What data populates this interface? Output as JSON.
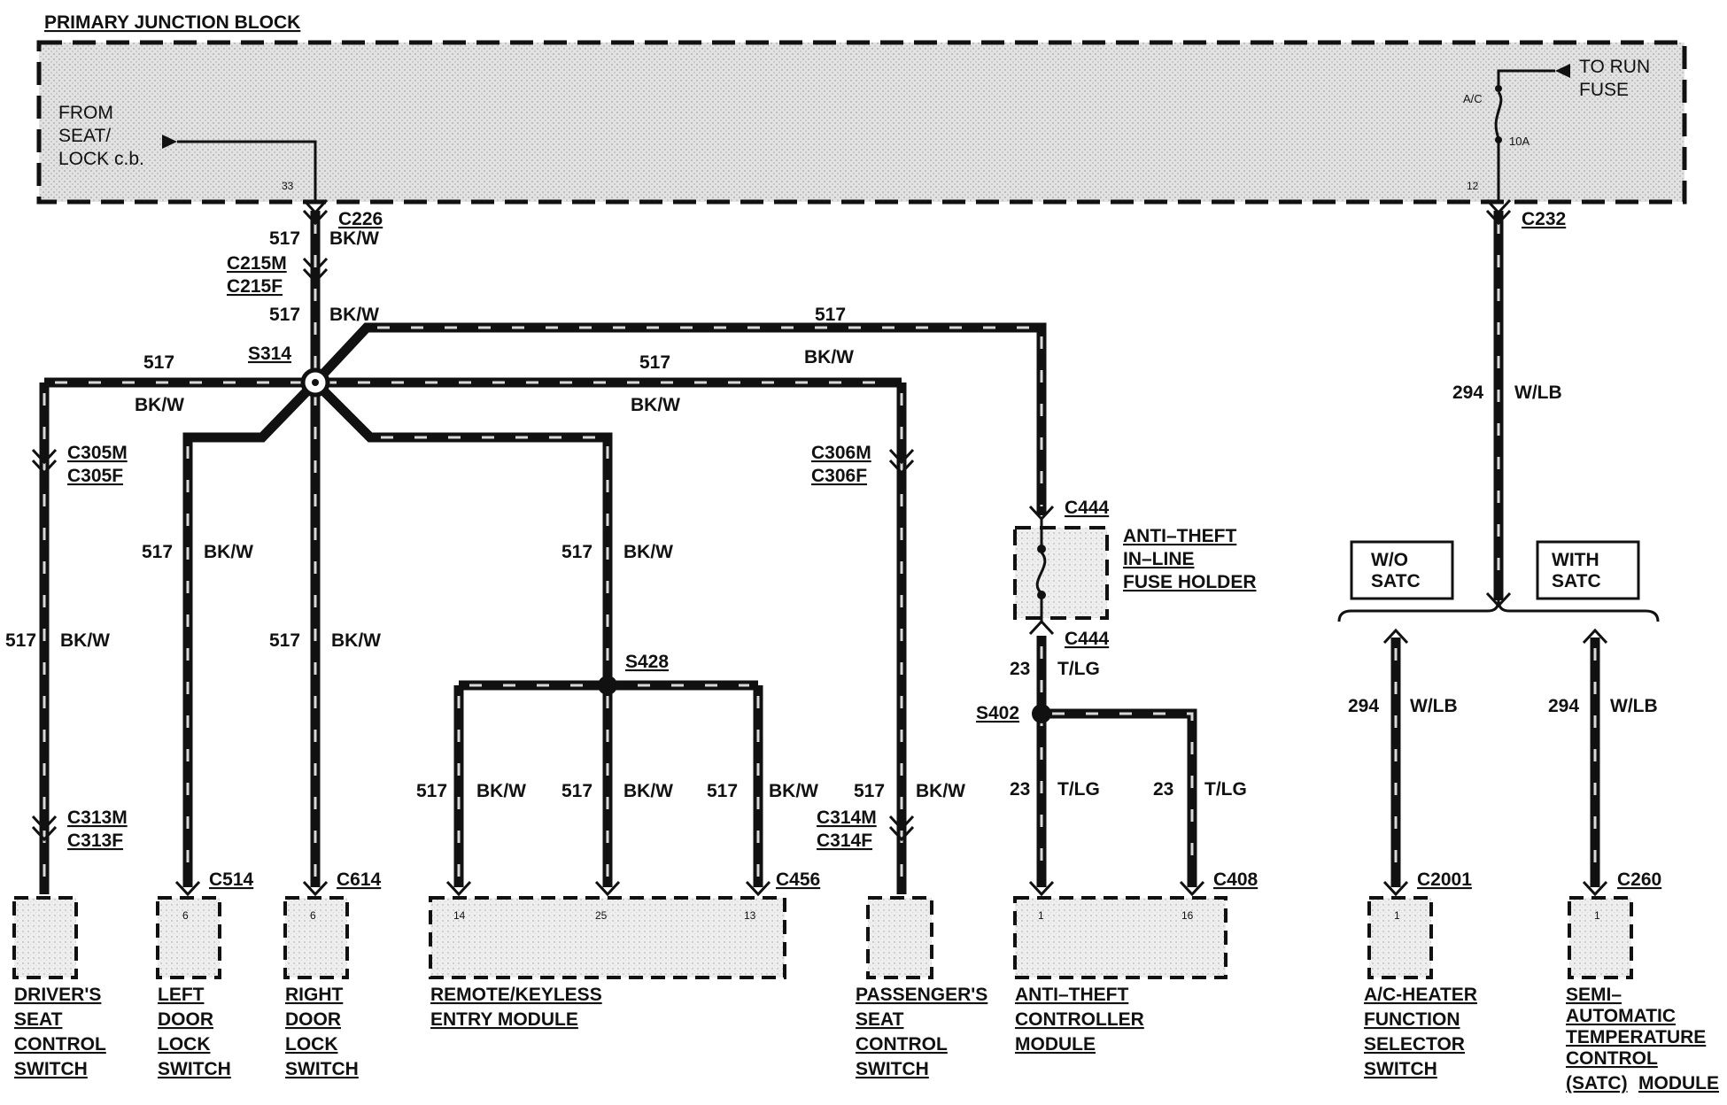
{
  "title": "PRIMARY JUNCTION BLOCK",
  "junction": {
    "from_seat_lock": [
      "FROM",
      "SEAT/",
      "LOCK  c.b."
    ],
    "pin_33": "33",
    "to_run_fuse": [
      "TO RUN",
      "FUSE"
    ],
    "fuse_name": "A/C",
    "fuse_rating": "10A",
    "pin_12": "12"
  },
  "connectors": {
    "c226": "C226",
    "c215m": "C215M",
    "c215f": "C215F",
    "c232": "C232",
    "c305m": "C305M",
    "c305f": "C305F",
    "c313m": "C313M",
    "c313f": "C313F",
    "c306m": "C306M",
    "c306f": "C306F",
    "c314m": "C314M",
    "c314f": "C314F",
    "c514": "C514",
    "c614": "C614",
    "c456": "C456",
    "c444_top": "C444",
    "c444_bottom": "C444",
    "c408": "C408",
    "c2001": "C2001",
    "c260": "C260"
  },
  "splices": {
    "s314": "S314",
    "s428": "S428",
    "s402": "S402"
  },
  "circuits": {
    "c517": "517",
    "bkw": "BK/W",
    "c294": "294",
    "wlb": "W/LB",
    "c23": "23",
    "tlg": "T/LG"
  },
  "options": {
    "wo_satc": [
      "W/O",
      "SATC"
    ],
    "with_satc": [
      "WITH",
      "SATC"
    ]
  },
  "anti_theft_fuse_holder": [
    "ANTI–THEFT",
    "IN–LINE",
    "FUSE HOLDER"
  ],
  "modules": {
    "drivers_seat": {
      "lines": [
        "DRIVER'S",
        "SEAT",
        "CONTROL",
        "SWITCH"
      ]
    },
    "left_door": {
      "pin": "6",
      "lines": [
        "LEFT",
        "DOOR",
        "LOCK",
        "SWITCH"
      ]
    },
    "right_door": {
      "pin": "6",
      "lines": [
        "RIGHT",
        "DOOR",
        "LOCK",
        "SWITCH"
      ]
    },
    "rke": {
      "pins": [
        "14",
        "25",
        "13"
      ],
      "lines": [
        "REMOTE/KEYLESS",
        "ENTRY MODULE"
      ]
    },
    "passenger_seat": {
      "lines": [
        "PASSENGER'S",
        "SEAT",
        "CONTROL",
        "SWITCH"
      ]
    },
    "anti_theft": {
      "pins": [
        "1",
        "16"
      ],
      "lines": [
        "ANTI–THEFT",
        "CONTROLLER",
        "MODULE"
      ]
    },
    "ac_heater": {
      "pin": "1",
      "lines": [
        "A/C-HEATER",
        "FUNCTION",
        "SELECTOR",
        "SWITCH"
      ]
    },
    "satc": {
      "pin": "1",
      "lines": [
        "SEMI–",
        "AUTOMATIC",
        "TEMPERATURE",
        "CONTROL",
        "(SATC)"
      ],
      "last_suffix": "MODULE"
    }
  },
  "colors": {
    "wire": "#111111",
    "wire_dash": "#d8d8d8",
    "shading": "#d4d4d4",
    "background": "#ffffff"
  }
}
